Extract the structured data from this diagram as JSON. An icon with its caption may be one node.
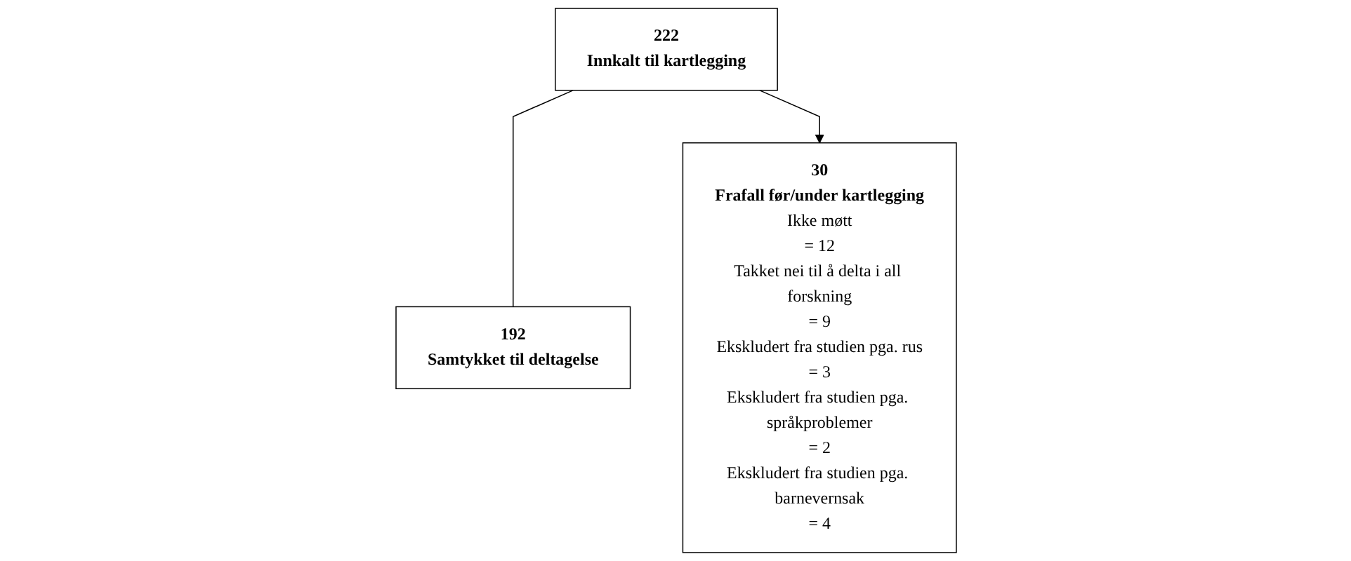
{
  "diagram": {
    "nodes": [
      {
        "text": [
          "222",
          "Innkalt til kartlegging"
        ]
      },
      {
        "text": [
          "30",
          "Frafall før/under kartlegging",
          "Ikke møtt",
          "= 12",
          "Takket nei til å delta i all forskning",
          "= 9",
          "Ekskludert fra studien pga. rus",
          "= 3",
          "Ekskludert fra studien pga. språkproblemer",
          "= 2",
          "Ekskludert fra studien pga. barnevernsak",
          "= 4"
        ]
      },
      {
        "text": [
          "192",
          "Samtykket til deltagelse"
        ]
      }
    ],
    "edges": [
      {
        "from": 0,
        "to": 2,
        "arrow": "none"
      },
      {
        "from": 0,
        "to": 1,
        "arrow": "to"
      }
    ]
  }
}
